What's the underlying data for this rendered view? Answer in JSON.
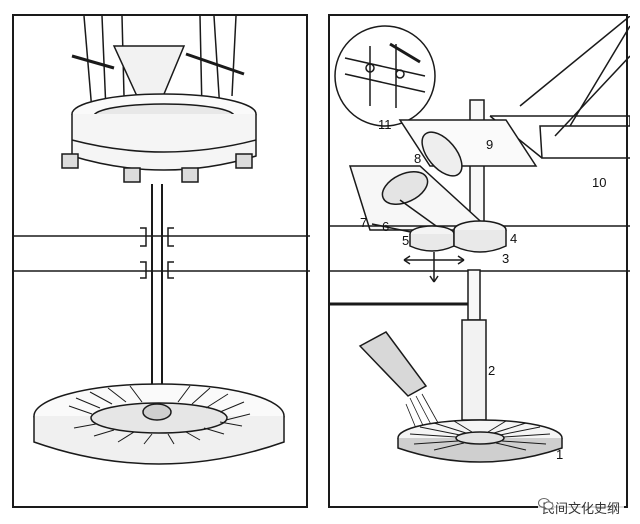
{
  "labels": {
    "n1": "1",
    "n2": "2",
    "n3": "3",
    "n4": "4",
    "n5": "5",
    "n6": "6",
    "n7": "7",
    "n8": "8",
    "n9": "9",
    "n10": "10",
    "n11": "11"
  },
  "watermark": {
    "text": "民间文化史纲",
    "icon": "wechat-icon"
  },
  "colors": {
    "ink": "#1a1a1a",
    "paper": "#ffffff",
    "shade": "#cfcfcf"
  }
}
